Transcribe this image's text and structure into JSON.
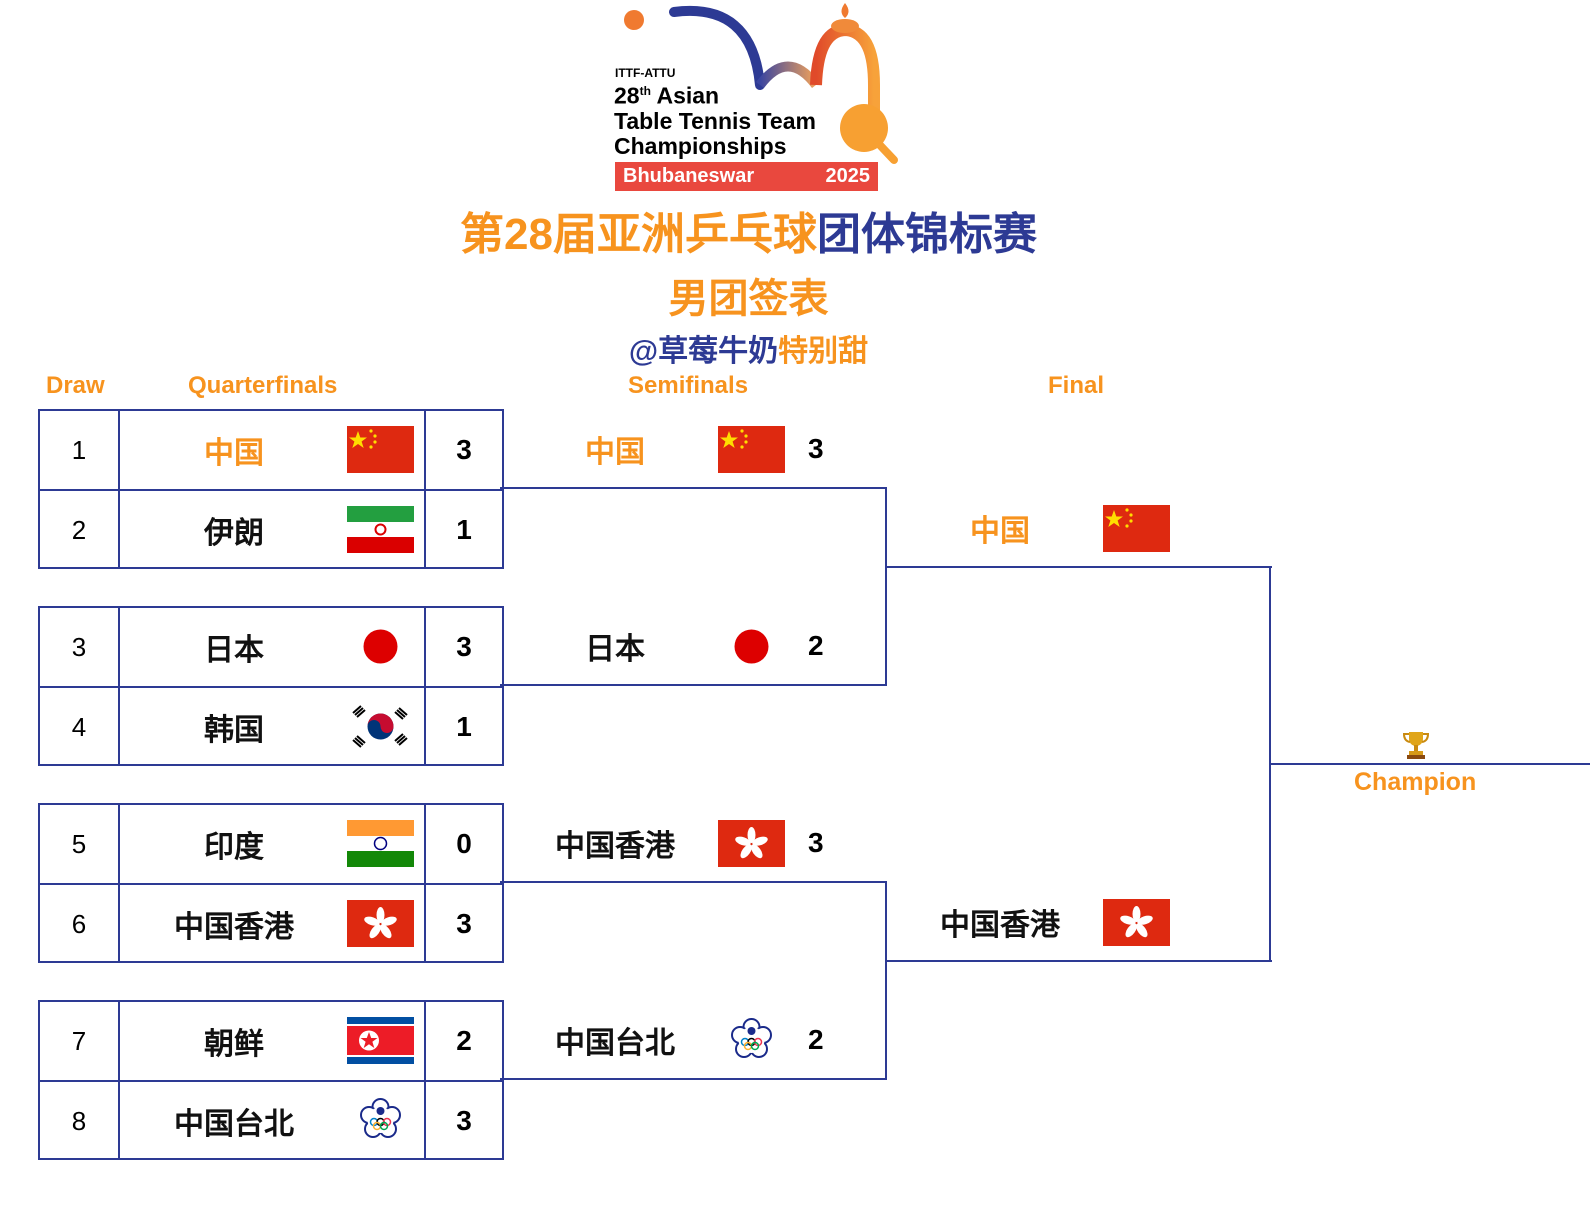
{
  "logo": {
    "org": "ITTF-ATTU",
    "edition": "28",
    "edition_sup": "th",
    "line1": "Asian",
    "line2": "Table Tennis Team",
    "line3": "Championships",
    "city": "Bhubaneswar",
    "year": "2025"
  },
  "title": {
    "part1": "第28届亚洲乒乓球",
    "part2": "团体锦标赛"
  },
  "subtitle": "男团签表",
  "author": {
    "part1": "@草莓牛奶",
    "part2": "特别甜"
  },
  "headers": {
    "draw": "Draw",
    "qf": "Quarterfinals",
    "sf": "Semifinals",
    "final": "Final",
    "champion": "Champion"
  },
  "colors": {
    "orange": "#f7931e",
    "navy": "#2d3a94"
  },
  "quarterfinals": [
    {
      "draw": "1",
      "team": "中国",
      "flag": "flag-china",
      "score": "3",
      "winner": true
    },
    {
      "draw": "2",
      "team": "伊朗",
      "flag": "flag-iran",
      "score": "1"
    },
    {
      "draw": "3",
      "team": "日本",
      "flag": "flag-japan",
      "score": "3"
    },
    {
      "draw": "4",
      "team": "韩国",
      "flag": "flag-korea",
      "score": "1"
    },
    {
      "draw": "5",
      "team": "印度",
      "flag": "flag-india",
      "score": "0"
    },
    {
      "draw": "6",
      "team": "中国香港",
      "flag": "flag-hongkong",
      "score": "3"
    },
    {
      "draw": "7",
      "team": "朝鲜",
      "flag": "flag-dprk",
      "score": "2"
    },
    {
      "draw": "8",
      "team": "中国台北",
      "flag": "flag-taipei",
      "score": "3"
    }
  ],
  "semifinals": [
    {
      "team": "中国",
      "flag": "flag-china",
      "score": "3",
      "winner": true
    },
    {
      "team": "日本",
      "flag": "flag-japan",
      "score": "2"
    },
    {
      "team": "中国香港",
      "flag": "flag-hongkong",
      "score": "3"
    },
    {
      "team": "中国台北",
      "flag": "flag-taipei",
      "score": "2"
    }
  ],
  "final": [
    {
      "team": "中国",
      "flag": "flag-china",
      "winner": true
    },
    {
      "team": "中国香港",
      "flag": "flag-hongkong"
    }
  ],
  "champion_icon": "trophy-icon"
}
